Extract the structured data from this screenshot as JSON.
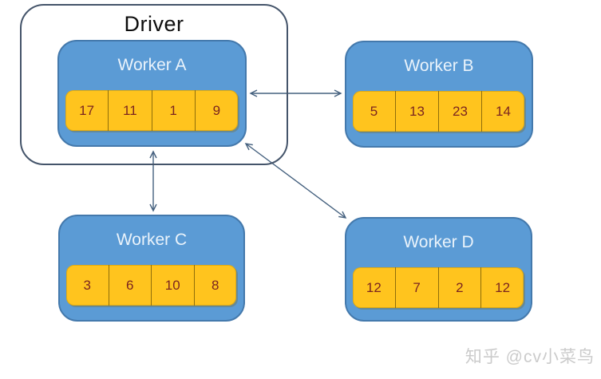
{
  "diagram": {
    "driver": {
      "label": "Driver"
    },
    "workers": [
      {
        "id": "A",
        "label": "Worker A",
        "values": [
          "17",
          "11",
          "1",
          "9"
        ]
      },
      {
        "id": "B",
        "label": "Worker B",
        "values": [
          "5",
          "13",
          "23",
          "14"
        ]
      },
      {
        "id": "C",
        "label": "Worker C",
        "values": [
          "3",
          "6",
          "10",
          "8"
        ]
      },
      {
        "id": "D",
        "label": "Worker D",
        "values": [
          "12",
          "7",
          "2",
          "12"
        ]
      }
    ],
    "edges": [
      {
        "from": "Worker A",
        "to": "Worker B",
        "bidirectional": true
      },
      {
        "from": "Worker A",
        "to": "Worker C",
        "bidirectional": true
      },
      {
        "from": "Worker A",
        "to": "Worker D",
        "bidirectional": true
      }
    ],
    "colors": {
      "worker_fill": "#5B9BD5",
      "worker_border": "#4479AC",
      "cell_fill": "#FFC41E",
      "cell_divider": "#8F6E0A",
      "cell_text": "#7B2520",
      "driver_border": "#44546A",
      "worker_title_text": "#EAF3FB",
      "driver_text": "#0D0D0D",
      "arrow": "#44607E",
      "watermark_text": "#CBCBCB"
    },
    "watermark": "知乎 @cv小菜鸟"
  }
}
